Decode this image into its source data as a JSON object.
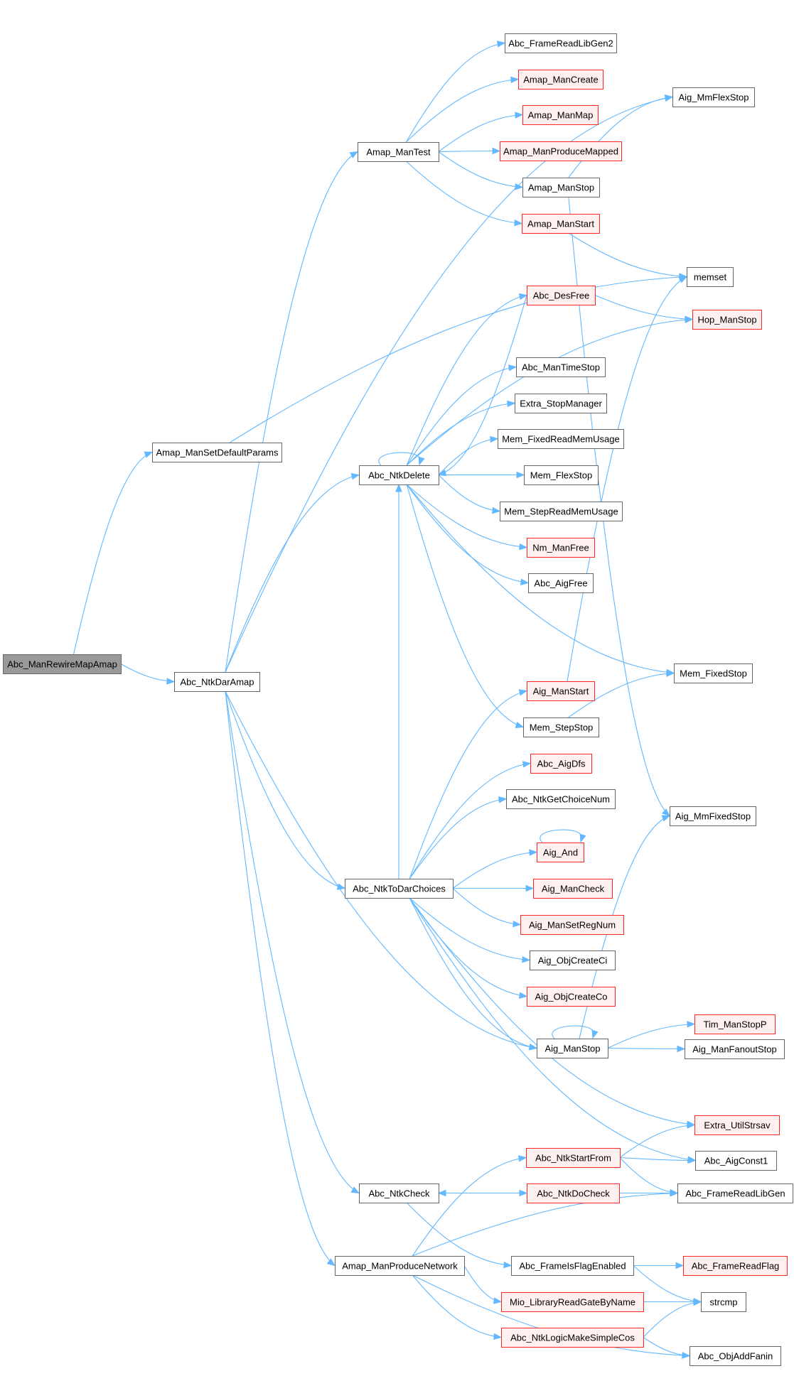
{
  "diagram": {
    "type": "call-graph",
    "root": "Abc_ManRewireMapAmap",
    "colors": {
      "edge": "#63b8ff",
      "node_border": "#666666",
      "node_fill": "#ffffff",
      "root_fill": "#999999",
      "truncated_border": "#ff2626",
      "truncated_fill": "#fff0f0"
    },
    "nodes": [
      {
        "id": "n0",
        "label": "Abc_ManRewireMapAmap",
        "kind": "root"
      },
      {
        "id": "n1",
        "label": "Abc_NtkDarAmap",
        "kind": "normal"
      },
      {
        "id": "n2",
        "label": "Amap_ManSetDefaultParams",
        "kind": "normal"
      },
      {
        "id": "n3",
        "label": "Amap_ManTest",
        "kind": "normal"
      },
      {
        "id": "n4",
        "label": "Abc_NtkDelete",
        "kind": "normal"
      },
      {
        "id": "n5",
        "label": "Abc_NtkToDarChoices",
        "kind": "normal"
      },
      {
        "id": "n6",
        "label": "Abc_NtkCheck",
        "kind": "normal"
      },
      {
        "id": "n7",
        "label": "Amap_ManProduceNetwork",
        "kind": "normal"
      },
      {
        "id": "n8",
        "label": "Abc_FrameReadLibGen2",
        "kind": "normal"
      },
      {
        "id": "n9",
        "label": "Amap_ManCreate",
        "kind": "truncated"
      },
      {
        "id": "n10",
        "label": "Amap_ManMap",
        "kind": "truncated"
      },
      {
        "id": "n11",
        "label": "Amap_ManProduceMapped",
        "kind": "truncated"
      },
      {
        "id": "n12",
        "label": "Amap_ManStop",
        "kind": "normal"
      },
      {
        "id": "n13",
        "label": "Amap_ManStart",
        "kind": "truncated"
      },
      {
        "id": "n14",
        "label": "Abc_DesFree",
        "kind": "truncated"
      },
      {
        "id": "n15",
        "label": "Abc_ManTimeStop",
        "kind": "normal"
      },
      {
        "id": "n16",
        "label": "Extra_StopManager",
        "kind": "normal"
      },
      {
        "id": "n17",
        "label": "Mem_FixedReadMemUsage",
        "kind": "normal"
      },
      {
        "id": "n18",
        "label": "Mem_FlexStop",
        "kind": "normal"
      },
      {
        "id": "n19",
        "label": "Mem_StepReadMemUsage",
        "kind": "normal"
      },
      {
        "id": "n20",
        "label": "Nm_ManFree",
        "kind": "truncated"
      },
      {
        "id": "n21",
        "label": "Abc_AigFree",
        "kind": "normal"
      },
      {
        "id": "n22",
        "label": "Aig_ManStart",
        "kind": "truncated"
      },
      {
        "id": "n23",
        "label": "Mem_StepStop",
        "kind": "normal"
      },
      {
        "id": "n24",
        "label": "Abc_AigDfs",
        "kind": "truncated"
      },
      {
        "id": "n25",
        "label": "Abc_NtkGetChoiceNum",
        "kind": "normal"
      },
      {
        "id": "n26",
        "label": "Aig_And",
        "kind": "truncated"
      },
      {
        "id": "n27",
        "label": "Aig_ManCheck",
        "kind": "truncated"
      },
      {
        "id": "n28",
        "label": "Aig_ManSetRegNum",
        "kind": "truncated"
      },
      {
        "id": "n29",
        "label": "Aig_ObjCreateCi",
        "kind": "normal"
      },
      {
        "id": "n30",
        "label": "Aig_ObjCreateCo",
        "kind": "truncated"
      },
      {
        "id": "n31",
        "label": "Aig_ManStop",
        "kind": "normal"
      },
      {
        "id": "n32",
        "label": "Abc_NtkStartFrom",
        "kind": "truncated"
      },
      {
        "id": "n33",
        "label": "Abc_NtkDoCheck",
        "kind": "truncated"
      },
      {
        "id": "n34",
        "label": "Abc_FrameIsFlagEnabled",
        "kind": "normal"
      },
      {
        "id": "n35",
        "label": "Mio_LibraryReadGateByName",
        "kind": "truncated"
      },
      {
        "id": "n36",
        "label": "Abc_NtkLogicMakeSimpleCos",
        "kind": "truncated"
      },
      {
        "id": "n37",
        "label": "Aig_MmFlexStop",
        "kind": "normal"
      },
      {
        "id": "n38",
        "label": "memset",
        "kind": "normal"
      },
      {
        "id": "n39",
        "label": "Hop_ManStop",
        "kind": "truncated"
      },
      {
        "id": "n40",
        "label": "Mem_FixedStop",
        "kind": "normal"
      },
      {
        "id": "n41",
        "label": "Aig_MmFixedStop",
        "kind": "normal"
      },
      {
        "id": "n42",
        "label": "Tim_ManStopP",
        "kind": "truncated"
      },
      {
        "id": "n43",
        "label": "Aig_ManFanoutStop",
        "kind": "normal"
      },
      {
        "id": "n44",
        "label": "Extra_UtilStrsav",
        "kind": "truncated"
      },
      {
        "id": "n45",
        "label": "Abc_AigConst1",
        "kind": "normal"
      },
      {
        "id": "n46",
        "label": "Abc_FrameReadLibGen",
        "kind": "normal"
      },
      {
        "id": "n47",
        "label": "Abc_FrameReadFlag",
        "kind": "truncated"
      },
      {
        "id": "n48",
        "label": "strcmp",
        "kind": "normal"
      },
      {
        "id": "n49",
        "label": "Abc_ObjAddFanin",
        "kind": "normal"
      }
    ],
    "edges": [
      [
        "n0",
        "n1"
      ],
      [
        "n0",
        "n2"
      ],
      [
        "n1",
        "n3"
      ],
      [
        "n1",
        "n4"
      ],
      [
        "n1",
        "n5"
      ],
      [
        "n1",
        "n6"
      ],
      [
        "n1",
        "n7"
      ],
      [
        "n1",
        "n31"
      ],
      [
        "n1",
        "n37"
      ],
      [
        "n2",
        "n38"
      ],
      [
        "n3",
        "n8"
      ],
      [
        "n3",
        "n9"
      ],
      [
        "n3",
        "n10"
      ],
      [
        "n3",
        "n11"
      ],
      [
        "n3",
        "n12"
      ],
      [
        "n3",
        "n13"
      ],
      [
        "n12",
        "n37"
      ],
      [
        "n12",
        "n41"
      ],
      [
        "n13",
        "n38"
      ],
      [
        "n4",
        "n4"
      ],
      [
        "n4",
        "n14"
      ],
      [
        "n4",
        "n39"
      ],
      [
        "n4",
        "n15"
      ],
      [
        "n4",
        "n16"
      ],
      [
        "n4",
        "n17"
      ],
      [
        "n4",
        "n18"
      ],
      [
        "n4",
        "n19"
      ],
      [
        "n4",
        "n20"
      ],
      [
        "n4",
        "n21"
      ],
      [
        "n4",
        "n40"
      ],
      [
        "n4",
        "n23"
      ],
      [
        "n14",
        "n4"
      ],
      [
        "n14",
        "n39"
      ],
      [
        "n22",
        "n38"
      ],
      [
        "n23",
        "n40"
      ],
      [
        "n5",
        "n22"
      ],
      [
        "n5",
        "n24"
      ],
      [
        "n5",
        "n25"
      ],
      [
        "n5",
        "n26"
      ],
      [
        "n5",
        "n27"
      ],
      [
        "n5",
        "n28"
      ],
      [
        "n5",
        "n29"
      ],
      [
        "n5",
        "n30"
      ],
      [
        "n5",
        "n31"
      ],
      [
        "n5",
        "n44"
      ],
      [
        "n5",
        "n45"
      ],
      [
        "n5",
        "n4"
      ],
      [
        "n26",
        "n26"
      ],
      [
        "n31",
        "n31"
      ],
      [
        "n31",
        "n41"
      ],
      [
        "n31",
        "n42"
      ],
      [
        "n31",
        "n43"
      ],
      [
        "n6",
        "n33"
      ],
      [
        "n6",
        "n34"
      ],
      [
        "n33",
        "n6"
      ],
      [
        "n33",
        "n46"
      ],
      [
        "n32",
        "n44"
      ],
      [
        "n32",
        "n45"
      ],
      [
        "n32",
        "n46"
      ],
      [
        "n7",
        "n32"
      ],
      [
        "n7",
        "n46"
      ],
      [
        "n7",
        "n35"
      ],
      [
        "n7",
        "n36"
      ],
      [
        "n7",
        "n49"
      ],
      [
        "n34",
        "n47"
      ],
      [
        "n34",
        "n48"
      ],
      [
        "n35",
        "n48"
      ],
      [
        "n36",
        "n48"
      ],
      [
        "n36",
        "n49"
      ]
    ]
  }
}
